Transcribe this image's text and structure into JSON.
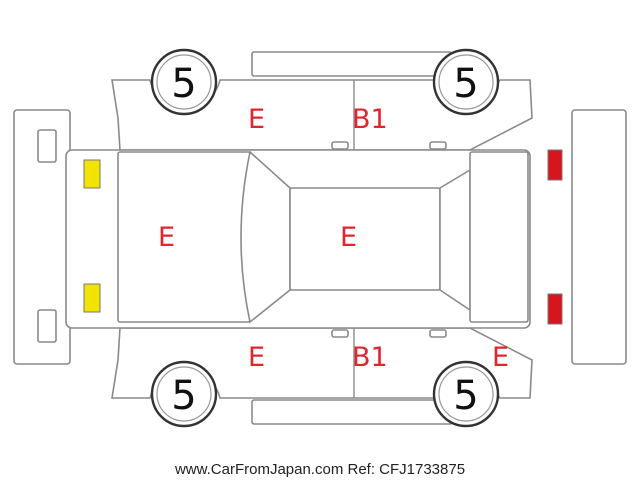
{
  "tires": {
    "front_left": "5",
    "front_right": "5",
    "rear_left": "5",
    "rear_right": "5"
  },
  "panels": {
    "top_front_door": "E",
    "top_rear_door": "B1",
    "hood": "E",
    "roof": "E",
    "bottom_front_door": "E",
    "bottom_rear_door": "B1",
    "bottom_rear_quarter": "E"
  },
  "lights": {
    "front_color": "#f2e400",
    "rear_color": "#d8141c"
  },
  "footer": "www.CarFromJapan.com Ref: CFJ1733875"
}
